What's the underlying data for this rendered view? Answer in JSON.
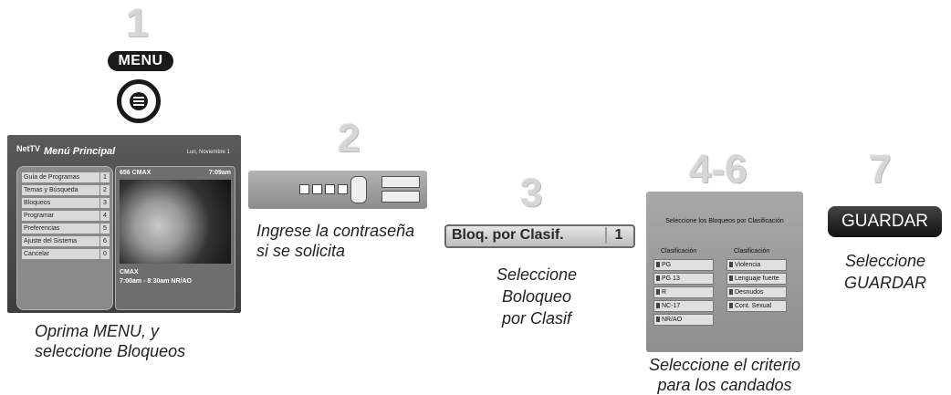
{
  "steps": {
    "step1": "1",
    "step2": "2",
    "step3": "3",
    "step46": "4-6",
    "step7": "7"
  },
  "menu_pill": "MENU",
  "tv": {
    "logo": "NetTV",
    "title": "Menú Principal",
    "date": "Lun, Noviembre 1",
    "menu_items": [
      {
        "label": "Guía de Programas",
        "num": "1"
      },
      {
        "label": "Temas y Búsqueda",
        "num": "2"
      },
      {
        "label": "Bloqueos",
        "num": "3"
      },
      {
        "label": "Programar",
        "num": "4"
      },
      {
        "label": "Preferencias",
        "num": "5"
      },
      {
        "label": "Ajuste del Sistema",
        "num": "6"
      },
      {
        "label": "Cancelar",
        "num": "0"
      }
    ],
    "preview_channel": "656 CMAX",
    "preview_time": "7:09am",
    "preview_name": "CMAX",
    "preview_schedule": "7:00am - 8:30am NR/AO"
  },
  "captions": {
    "c1": "Oprima MENU, y",
    "c1b": "seleccione Bloqueos",
    "c2": "Ingrese la contraseña",
    "c2b": "si se solicita",
    "c3a": "Seleccione",
    "c3b": "Boloqueo",
    "c3c": "por Clasif",
    "c46a": "Seleccione el criterio",
    "c46b": "para los candados",
    "c7a": "Seleccione",
    "c7b": "GUARDAR"
  },
  "rating_bar": {
    "label": "Bloq. por Clasif.",
    "num": "1"
  },
  "lock_panel": {
    "title": "Seleccione los Bloqueos por Clasificación",
    "col1_head": "Clasificación",
    "col2_head": "Clasificación",
    "col1": [
      "PG",
      "PG 13",
      "R",
      "NC-17",
      "NR/AO"
    ],
    "col2": [
      "Violencia",
      "Lenguaje fuerte",
      "Desnudos",
      "Cont. Sexual"
    ]
  },
  "guardar_button": "GUARDAR"
}
